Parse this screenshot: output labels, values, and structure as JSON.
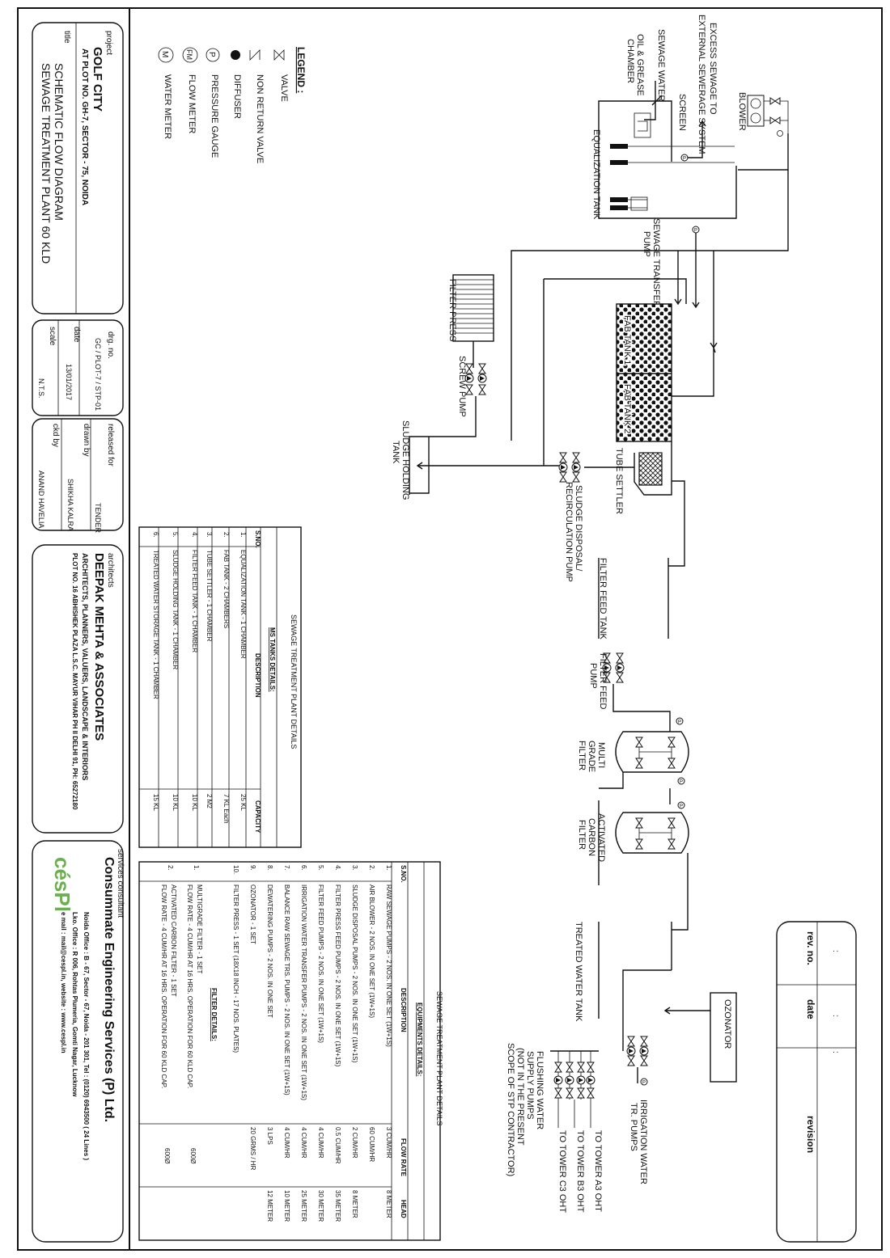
{
  "title_block": {
    "project_label": "project",
    "project_name": "GOLF CITY",
    "project_site": "AT PLOT NO. GH-7, SECTOR - 75, NOIDA",
    "title_label": "title",
    "title_line1": "SCHEMATIC FLOW DIAGRAM",
    "title_line2": "SEWAGE TREATMENT PLANT 60 KLD",
    "drg_no_label": "drg. no.",
    "drg_no": "GC / PLOT-7 / STP-01",
    "date_label": "date",
    "date": "13/01/2017",
    "scale_label": "scale",
    "scale": "N.T.S.",
    "released_label": "released for",
    "released": "TENDER",
    "drawn_label": "drawn by",
    "drawn": "SHIKHA KALRA",
    "ckd_label": "ckd by",
    "ckd": "ANAND HAVELIA",
    "architects_label": "architects",
    "architect_name": "DEEPAK MEHTA & ASSOCIATES",
    "architect_line1": "ARCHITECTS, PLANNERS, VALUERS, LANDSCAPE & INTERIORS",
    "architect_line2": "PLOT NO. 16 ABHISHEK PLAZA L.S.C. MAYUR VIHAR PH II DELHI 91, PH: 65272180",
    "consultant_label": "services consultant",
    "consultant_name": "Consummate Engineering Services (P) Ltd.",
    "consultant_line1": "Noida Office : B - 67, Sector - 67, Noida - 201 301, Tel : (0120) 6943500 ( 24 Lines )",
    "consultant_line2": "Lko. Office : R 006, Rohtas Plumeria, Gomti Nagar, Lucknow",
    "consultant_line3": "e mail : mail@cespl.in, website : www.cespl.in",
    "logo_text": "césPl"
  },
  "revision": {
    "col1": "rev. no.",
    "col2": "date",
    "col3": "revision",
    "blank": ":"
  },
  "legend": {
    "title": "LEGEND :",
    "items": [
      {
        "symbol": "valve",
        "label": "VALVE"
      },
      {
        "symbol": "nrv",
        "label": "NON RETURN VALVE"
      },
      {
        "symbol": "diffuser",
        "label": "DIFFUSER"
      },
      {
        "symbol": "P",
        "label": "PRESSURE GAUGE"
      },
      {
        "symbol": "FM",
        "label": "FLOW METER"
      },
      {
        "symbol": "M",
        "label": "WATER METER"
      }
    ]
  },
  "diagram": {
    "blower": "BLOWER",
    "excess_line1": "EXCESS SEWAGE TO",
    "excess_line2": "EXTERNAL SEWERAGE SYSTEM",
    "screen": "SCREEN",
    "sewage_water": "SEWAGE WATER",
    "oil_line1": "OIL & GREASE",
    "oil_line2": "CHAMBER",
    "equalization": "EQUALIZATION TANK",
    "transfer_line1": "SEWAGE TRANSFER",
    "transfer_line2": "PUMP",
    "fab1": "FAB TANK 1",
    "fab2": "FAB TANK 2",
    "tube_settler": "TUBE SETTLER",
    "filter_press": "FILTER PRESS",
    "screw_pump": "SCREW PUMP",
    "sludge_holding_line1": "SLUDGE HOLDING",
    "sludge_holding_line2": "TANK",
    "sludge_pump_line1": "SLUDGE DISPOSAL/",
    "sludge_pump_line2": "RECIRCULATION PUMP",
    "filter_feed_tank": "FILTER FEED TANK",
    "filter_feed_pump_line1": "FILTER FEED",
    "filter_feed_pump_line2": "PUMP",
    "mgf_line1": "MULTI",
    "mgf_line2": "GRADE",
    "mgf_line3": "FILTER",
    "acf_line1": "ACTIVATED",
    "acf_line2": "CARBON",
    "acf_line3": "FILTER",
    "treated_tank": "TREATED WATER TANK",
    "ozonator": "OZONATOR",
    "irrigation_line1": "IRRIGATION WATER",
    "irrigation_line2": "TR. PUMPS",
    "flushing_line1": "FLUSHING WATER",
    "flushing_line2": "SUPPLY PUMPS",
    "flushing_line3": "(NOT IN THE PRESENT",
    "flushing_line4": "SCOPE OF STP CONTRACTOR)",
    "tower_a3": "TO TOWER A3 OHT",
    "tower_b3": "TO TOWER B3 OHT",
    "tower_c3": "TO TOWER C3 OHT",
    "gauge": "P"
  },
  "tanks_table": {
    "title": "SEWAGE TREATMENT PLANT DETAILS",
    "subtitle": "MS TANKS DETAILS:",
    "headers": [
      "S.NO.",
      "DESCRIPTION",
      "CAPACITY"
    ],
    "rows": [
      [
        "1.",
        "EQUALIZATION TANK - 1 CHAMBER",
        "25 KL"
      ],
      [
        "2.",
        "FAB TANK - 2 CHAMBERS",
        "7 KL Each"
      ],
      [
        "3.",
        "TUBE SETTLER - 1 CHAMBER",
        "2 M2"
      ],
      [
        "4.",
        "FILTER FEED TANK - 1 CHAMBER",
        "10 KL"
      ],
      [
        "5.",
        "SLUDGE HOLDING TANK - 1 CHAMBER",
        "10 KL"
      ],
      [
        "6.",
        "TREATED WATER STORAGE TANK - 1 CHAMBER",
        "15 KL"
      ]
    ]
  },
  "equipment_table": {
    "title": "SEWAGE TREATMENT PLANT DETAILS",
    "subtitle": "EQUIPMENTS DETAILS:",
    "headers": [
      "S.NO.",
      "DESCRIPTION",
      "FLOW RATE",
      "HEAD"
    ],
    "rows": [
      [
        "1.",
        "RAW SEWAGE PUMPS - 2 NOS. IN ONE SET (1W+1S)",
        "3 CUM/HR",
        "8 METER"
      ],
      [
        "2.",
        "AIR BLOWER - 2 NOS. IN ONE SET (1W+1S)",
        "60 CUM/HR",
        ""
      ],
      [
        "3.",
        "SLUDGE DISPOSAL PUMPS - 2 NOS. IN ONE SET (1W+1S)",
        "2 CUM/HR",
        "8 METER"
      ],
      [
        "4.",
        "FILTER PRESS FEED PUMPS - 2 NOS. IN ONE SET (1W+1S)",
        "0.5 CUM/HR",
        "35 METER"
      ],
      [
        "5.",
        "FILTER FEED PUMPS - 2 NOS. IN ONE SET (1W+1S)",
        "4 CUM/HR",
        "30 METER"
      ],
      [
        "6.",
        "IRRIGATION WATER TRANSFER PUMPS - 2 NOS. IN ONE SET (1W+1S)",
        "4 CUM/HR",
        "25 METER"
      ],
      [
        "7.",
        "BALANCE RAW SEWAGE TRS. PUMPS - 2 NOS. IN ONE SET (1W+1S)",
        "4 CUM/HR",
        "10 METER"
      ],
      [
        "8.",
        "DEWATERING PUMPS - 2 NOS. IN ONE SET",
        "3 LPS",
        "12 METER"
      ],
      [
        "9.",
        "OZONATOR - 1 SET",
        "20 GRMS / HR",
        ""
      ],
      [
        "10.",
        "FILTER PRESS - 1 SET (18X18 INCH - 17 NOS. PLATES)",
        "",
        ""
      ]
    ],
    "filter_subtitle": "FILTER DETAILS:",
    "filter_rows": [
      {
        "no": "1.",
        "line1": "MULTIGRADE FILTER - 1 SET",
        "line2": "FLOW RATE - 4 CUM/HR AT 16 HRS. OPERATION FOR 60 KLD CAP.",
        "size": "600Ø"
      },
      {
        "no": "2.",
        "line1": "ACTIVATED CARBON FILTER - 1 SET",
        "line2": "FLOW RATE - 4 CUM/HR AT 16 HRS. OPERATION FOR 60 KLD CAP.",
        "size": "600Ø"
      }
    ]
  }
}
